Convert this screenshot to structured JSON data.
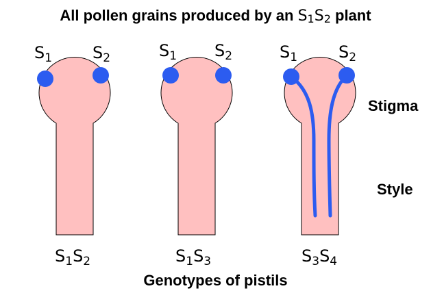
{
  "title": {
    "prefix": "All pollen grains produced by an ",
    "genotype": {
      "a": "S",
      "a_sub": "1",
      "b": "S",
      "b_sub": "2"
    },
    "suffix": " plant"
  },
  "labels": {
    "stigma": "Stigma",
    "style": "Style",
    "footer": "Genotypes of pistils"
  },
  "pistils": [
    {
      "pollen": [
        {
          "letter": "S",
          "sub": "1"
        },
        {
          "letter": "S",
          "sub": "2"
        }
      ],
      "genotype": {
        "a": "S",
        "a_sub": "1",
        "b": "S",
        "b_sub": "2"
      },
      "pollen_tubes": false
    },
    {
      "pollen": [
        {
          "letter": "S",
          "sub": "1"
        },
        {
          "letter": "S",
          "sub": "2"
        }
      ],
      "genotype": {
        "a": "S",
        "a_sub": "1",
        "b": "S",
        "b_sub": "3"
      },
      "pollen_tubes": false
    },
    {
      "pollen": [
        {
          "letter": "S",
          "sub": "1"
        },
        {
          "letter": "S",
          "sub": "2"
        }
      ],
      "genotype": {
        "a": "S",
        "a_sub": "3",
        "b": "S",
        "b_sub": "4"
      },
      "pollen_tubes": true
    }
  ],
  "colors": {
    "pistil_fill": "#ffc0c0",
    "pistil_stroke": "#000000",
    "pollen": "#2c5cf0",
    "pollen_tube": "#2c5cf0"
  }
}
